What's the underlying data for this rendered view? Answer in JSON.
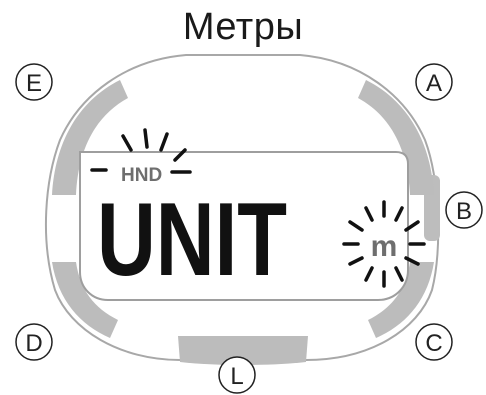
{
  "title": "Метры",
  "display": {
    "indicator": "HND",
    "main_text": "UNIT",
    "unit_symbol": "m"
  },
  "buttons": {
    "top_left": "E",
    "top_right": "A",
    "right": "B",
    "bottom_left": "D",
    "bottom_right": "C",
    "bottom": "L"
  },
  "colors": {
    "case_gray": "#b8b8b8",
    "outline": "#9a9a9a",
    "lcd_text": "#111111",
    "indicator_text": "#6e6e6e"
  }
}
